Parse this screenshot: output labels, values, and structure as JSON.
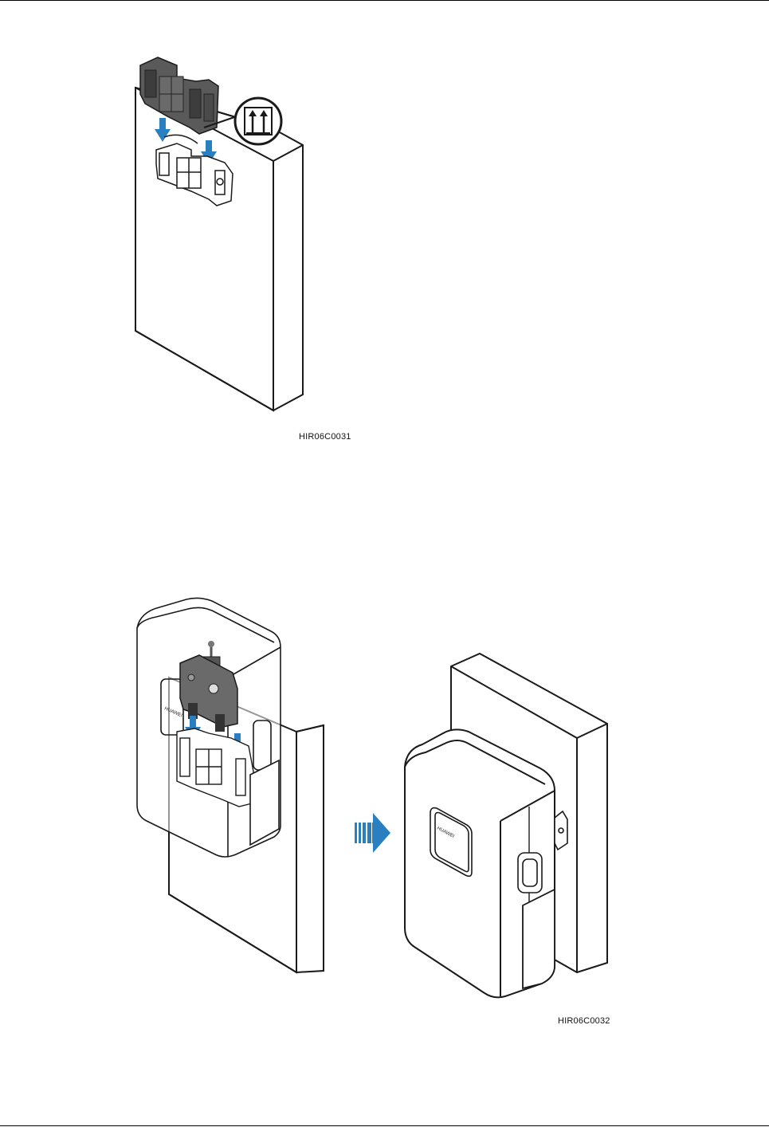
{
  "figures": [
    {
      "code": "HIR06C0031"
    },
    {
      "code": "HIR06C0032"
    }
  ],
  "colors": {
    "arrow": "#2a7fc0",
    "bracket": "#5a5a5a",
    "outline": "#1a1a1a",
    "fill": "#ffffff"
  },
  "logo_text": "HUAWEI"
}
